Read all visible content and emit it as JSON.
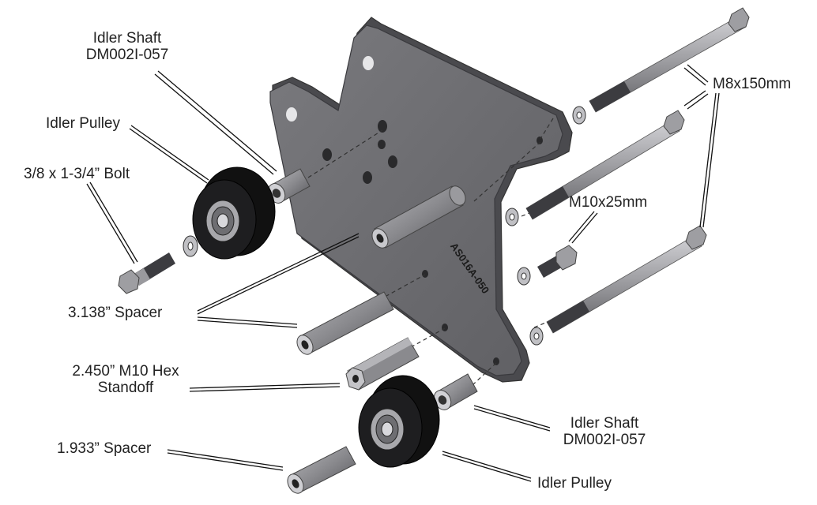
{
  "labels": {
    "idler_shaft_top_line1": "Idler Shaft",
    "idler_shaft_top_line2": "DM002I-057",
    "idler_pulley_top": "Idler Pulley",
    "bolt": "3/8 x 1-3/4” Bolt",
    "spacer_3138": "3.138” Spacer",
    "standoff_line1": "2.450” M10 Hex",
    "standoff_line2": "Standoff",
    "spacer_1933": "1.933” Spacer",
    "idler_shaft_bottom_line1": "Idler Shaft",
    "idler_shaft_bottom_line2": "DM002I-057",
    "idler_pulley_bottom": "Idler Pulley",
    "m8x150": "M8x150mm",
    "m10x25": "M10x25mm",
    "plate_part_number": "AS016A-050"
  },
  "colors": {
    "plate": "#6e6e72",
    "plate_edge": "#4a4a4e",
    "metal": "#8f8f93",
    "metal_light": "#c4c4c8",
    "pulley": "#1c1c1e",
    "leader": "#111111"
  }
}
